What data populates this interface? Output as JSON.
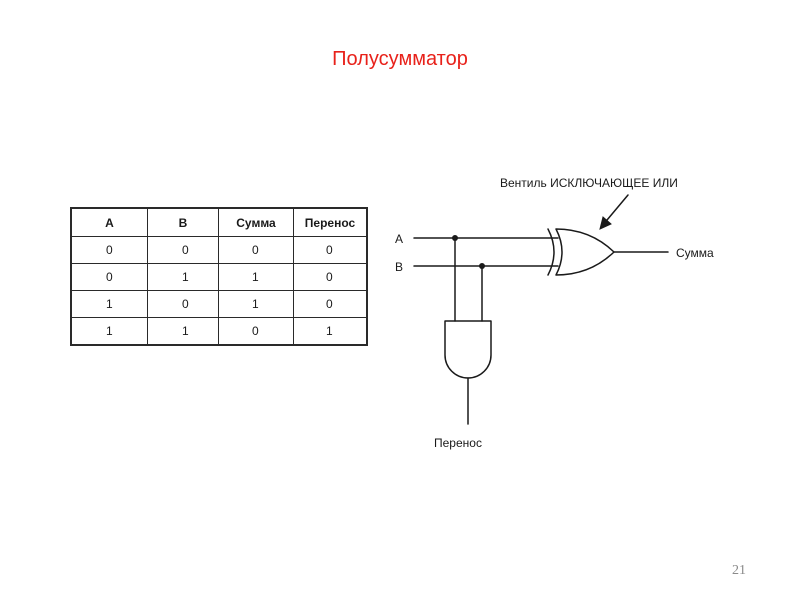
{
  "title": "Полусумматор",
  "table": {
    "headers": [
      "A",
      "B",
      "Сумма",
      "Перенос"
    ],
    "rows": [
      [
        "0",
        "0",
        "0",
        "0"
      ],
      [
        "0",
        "1",
        "1",
        "0"
      ],
      [
        "1",
        "0",
        "1",
        "0"
      ],
      [
        "1",
        "1",
        "0",
        "1"
      ]
    ]
  },
  "circuit": {
    "gate_label": "Вентиль ИСКЛЮЧАЮЩЕЕ ИЛИ",
    "input_a": "A",
    "input_b": "B",
    "output_sum": "Сумма",
    "output_carry": "Перенос"
  },
  "page_number": "21",
  "colors": {
    "title": "#e8211a",
    "line": "#1a1a1a",
    "page_number": "#8a8a8a"
  }
}
